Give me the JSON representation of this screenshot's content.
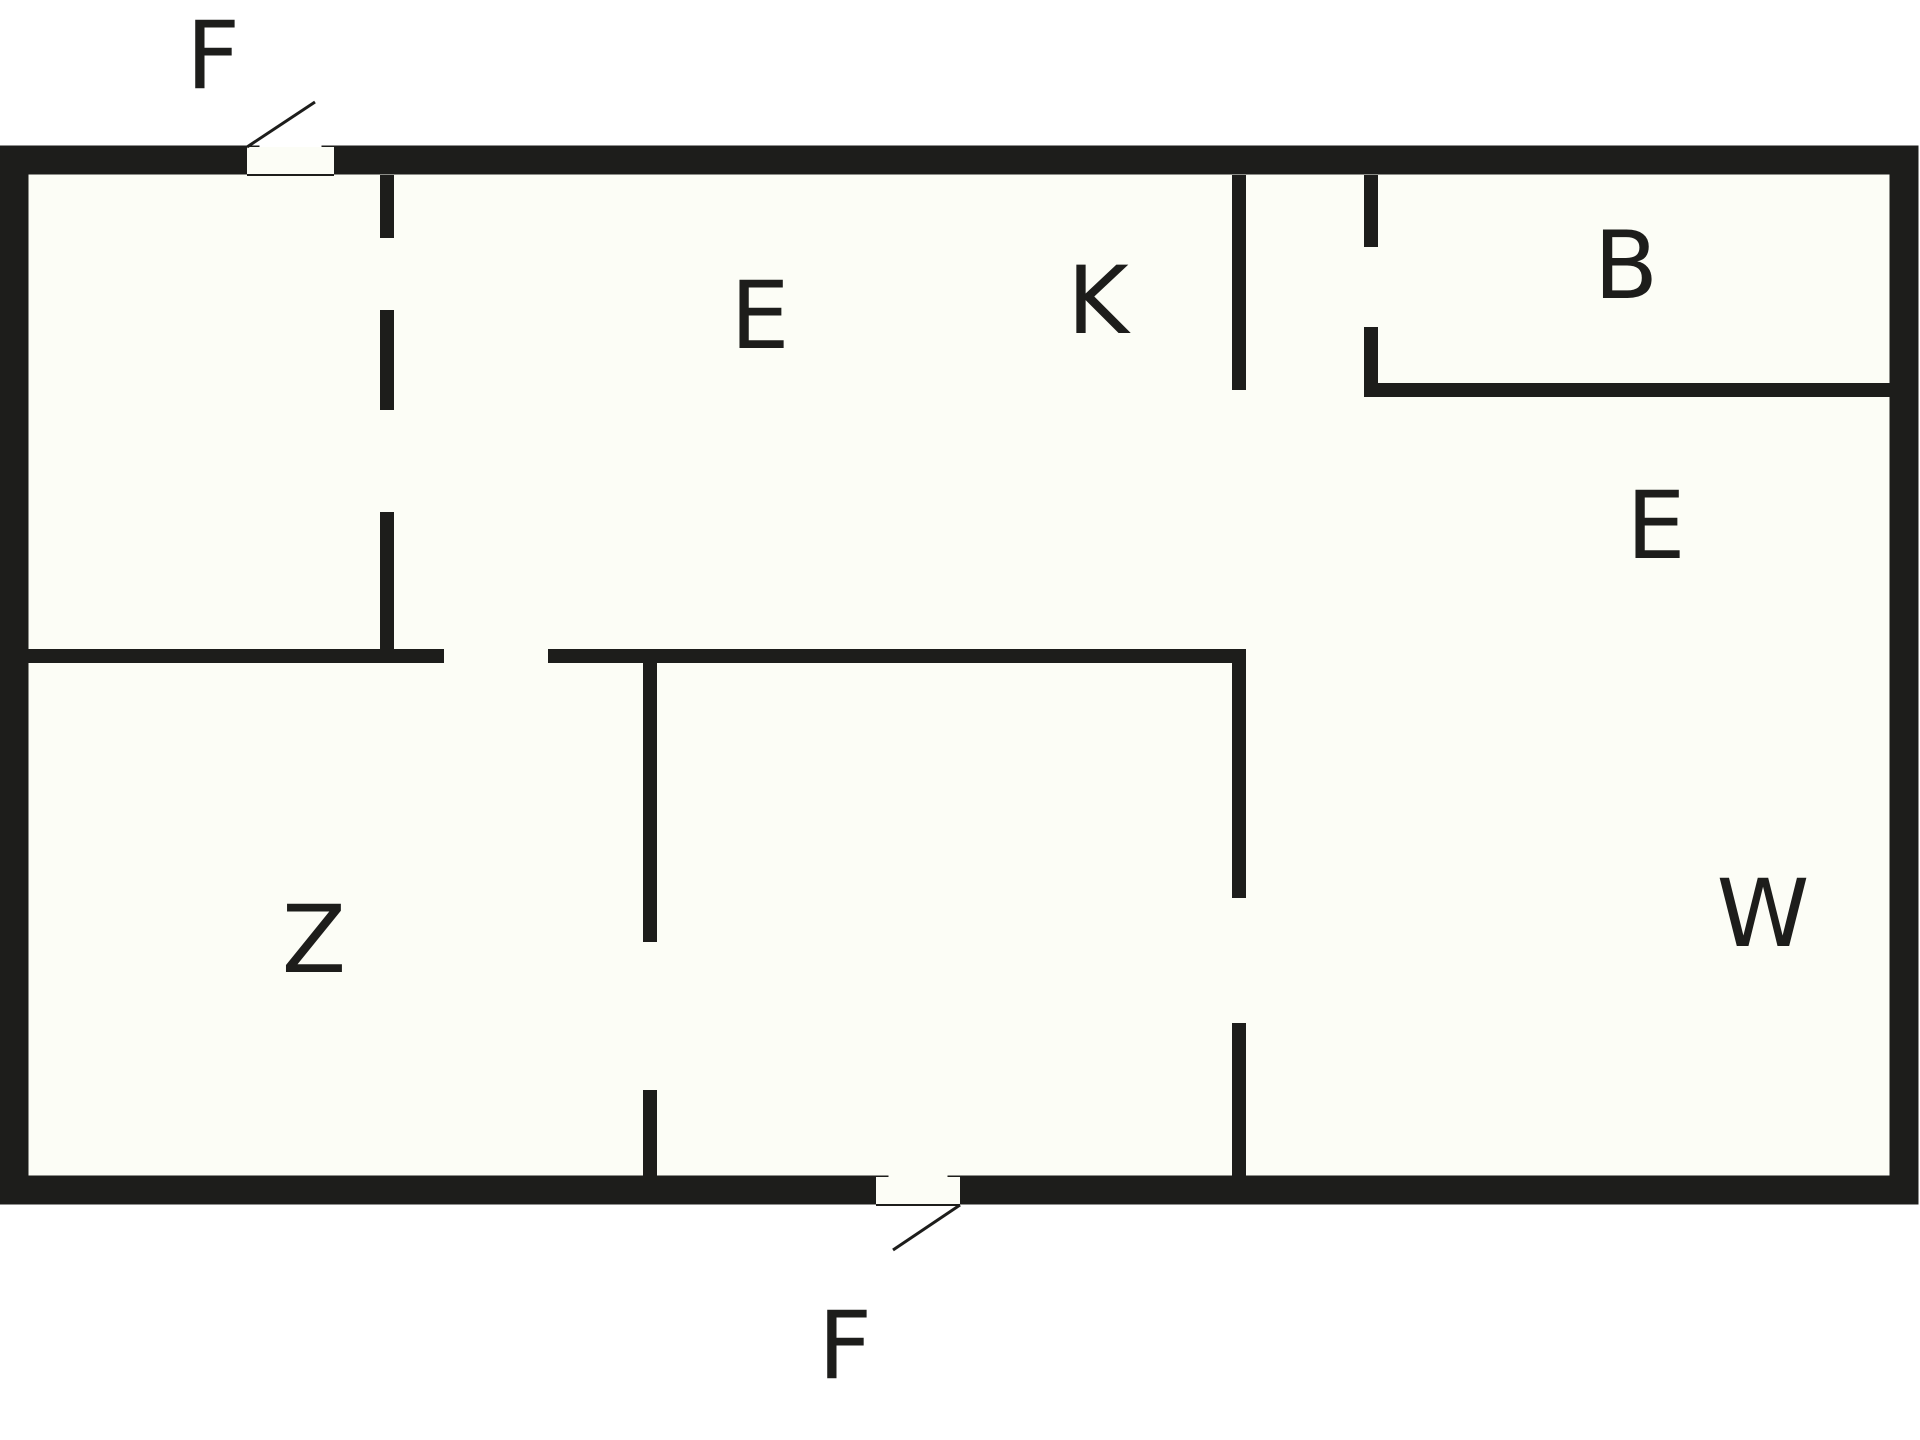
{
  "colors": {
    "wall": "#1d1d1b",
    "floor": "#fcfdf6",
    "background": "#ffffff",
    "opening": "#fcfdf6"
  },
  "doors": {
    "top": "F",
    "bottom": "F"
  },
  "rooms": {
    "entry_top": "E",
    "kitchen": "K",
    "bath": "B",
    "entry_right": "E",
    "bedroom": "Z",
    "living": "W"
  }
}
